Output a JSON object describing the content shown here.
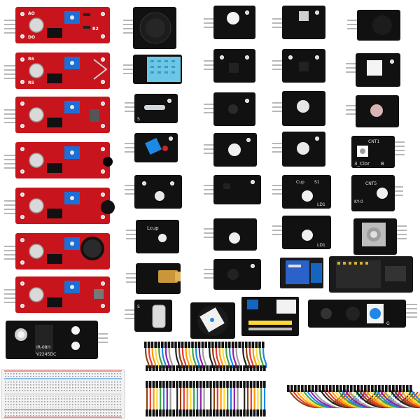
{
  "scene": {
    "background": "#ffffff",
    "board_colors": {
      "black_pcb": "#111111",
      "red_pcb": "#c8141c",
      "potentiometer": "#1d6fd6",
      "relay": "#2a62c9",
      "breadboard": "#f2f2f2"
    },
    "wire_colors": [
      "#8b4513",
      "#e53935",
      "#ff9800",
      "#fdd835",
      "#43a047",
      "#1e88e5",
      "#8e24aa",
      "#9e9e9e",
      "#fafafa",
      "#212121"
    ]
  },
  "labels": {
    "pin_s": "S",
    "pin_g": "G",
    "label_cnt1": "CNT1",
    "label_cnt5": "CNT5",
    "label_ky": "KY-0",
    "label_cup": "Cup",
    "label_s1": "S1",
    "label_ld1": "LD1",
    "label_3color": "3_Clor",
    "label_ir": "IR-08H",
    "label_v": "V2245DC",
    "label_do": "DO",
    "label_ao": "AO",
    "label_r2": "R2",
    "label_r5": "R5",
    "label_r6": "R6",
    "label_lcup": "Lcup",
    "label_b": "B"
  }
}
